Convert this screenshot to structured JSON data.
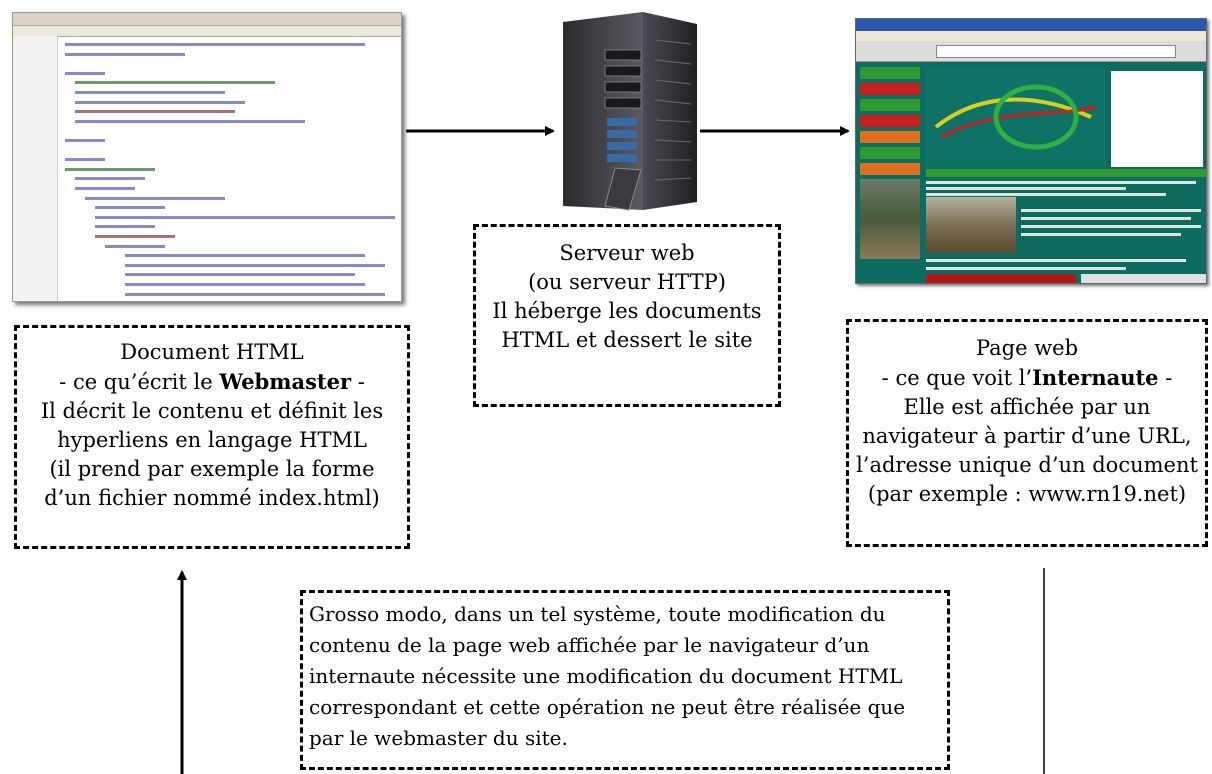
{
  "html_document_box": {
    "line1": "Document HTML",
    "line2_pre": "- ce qu’écrit le ",
    "line2_bold": "Webmaster",
    "line2_post": " -",
    "line3": "Il décrit le contenu et définit les",
    "line4": "hyperliens en langage HTML",
    "line5": "(il prend par exemple la forme",
    "line6": "d’un fichier nommé index.html)"
  },
  "server_box": {
    "line1": "Serveur web",
    "line2": "(ou serveur HTTP)",
    "line3": "Il héberge les documents",
    "line4": "HTML et dessert le site"
  },
  "web_page_box": {
    "line1": "Page web",
    "line2_pre": "- ce que voit l’",
    "line2_bold": "Internaute",
    "line2_post": " -",
    "line3": "Elle est affichée par un",
    "line4": "navigateur à partir d’une URL,",
    "line5": "l’adresse unique d’un document",
    "line6": "(par exemple : www.rn19.net)"
  },
  "note_box": {
    "line1": "Grosso modo, dans un tel système, toute modification du",
    "line2": "contenu de la page web affichée par le navigateur d’un",
    "line3": "internaute nécessite une modification du document HTML",
    "line4": "correspondant et cette opération ne peut être réalisée que",
    "line5": "par le webmaster du site."
  },
  "colors": {
    "site_background": "#0d6b60",
    "site_menu_green": "#2f9a34",
    "site_menu_red": "#c81e1e",
    "site_menu_orange": "#e07020",
    "server_body": "#2b2b2e"
  },
  "icons": [
    "html-code-screenshot",
    "server-tower-icon",
    "web-page-screenshot"
  ]
}
